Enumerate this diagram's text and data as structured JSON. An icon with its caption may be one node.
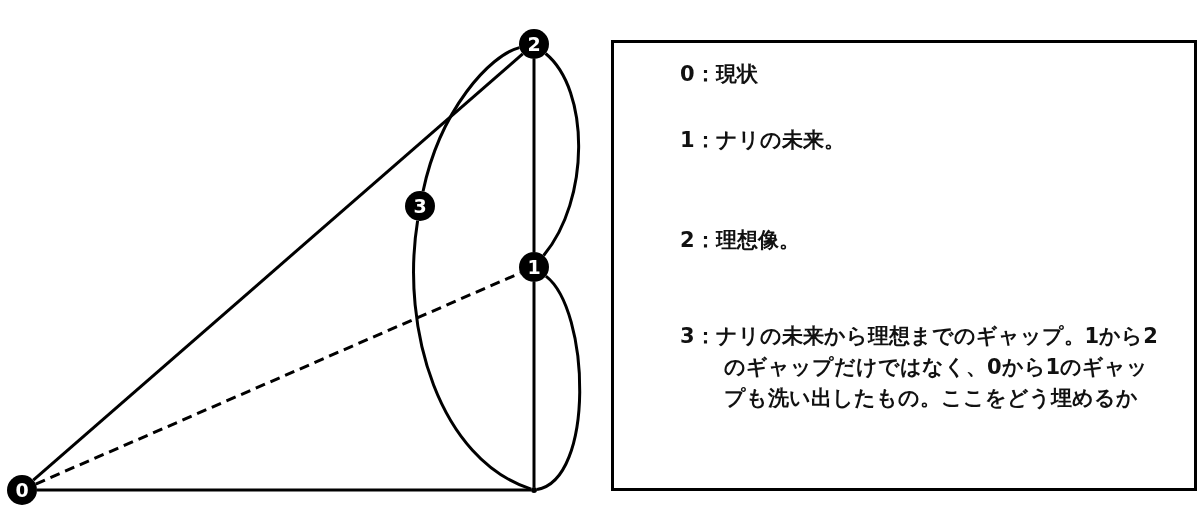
{
  "diagram": {
    "nodes": [
      {
        "text": [
          "0"
        ]
      },
      {
        "text": [
          "1"
        ]
      },
      {
        "text": [
          "2"
        ]
      },
      {
        "text": [
          "3"
        ]
      },
      {
        "text": [],
        "shape": "point"
      },
      {
        "text": [
          "0：現状",
          "1：ナリの未来。",
          "2：理想像。",
          "3：ナリの未来から理想までのギャップ。1から2のギャップだけではなく、0から1のギャップも洗い出したもの。ここをどう埋めるか"
        ]
      }
    ],
    "edges": [
      {
        "from": 0,
        "to": 2,
        "arrow": "none"
      },
      {
        "from": 0,
        "to": 1,
        "arrow": "none",
        "style": "dashed"
      },
      {
        "from": 0,
        "to": 4,
        "arrow": "none"
      },
      {
        "from": 4,
        "to": 1,
        "arrow": "none"
      },
      {
        "from": 1,
        "to": 2,
        "arrow": "none"
      },
      {
        "from": 1,
        "to": 2,
        "arrow": "none"
      },
      {
        "from": 4,
        "to": 1,
        "arrow": "none"
      },
      {
        "from": 4,
        "to": 3,
        "arrow": "none"
      },
      {
        "from": 3,
        "to": 2,
        "arrow": "none"
      }
    ]
  }
}
